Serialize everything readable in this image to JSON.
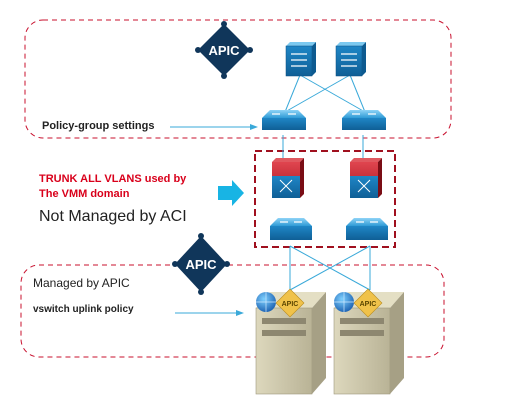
{
  "labels": {
    "policy_group": "Policy-group settings",
    "trunk_line1": "TRUNK ALL VLANS used by",
    "trunk_line2": "The VMM domain",
    "not_managed": "Not Managed by ACI",
    "managed": "Managed by APIC",
    "uplink_policy": "vswitch uplink policy"
  },
  "badges": {
    "apic_top": "APIC",
    "apic_mid": "APIC",
    "server_apic": "APIC"
  },
  "colors": {
    "dashed_red": "#c8102e",
    "apic_diamond": "#10365a",
    "switch_blue": "#1e8fd0",
    "link_line": "#3aa9d9",
    "arrow_cyan": "#18b4e4",
    "trunk_text": "#d9001b",
    "server_body": "#c9c4a8",
    "server_badge": "#f0c24a"
  }
}
